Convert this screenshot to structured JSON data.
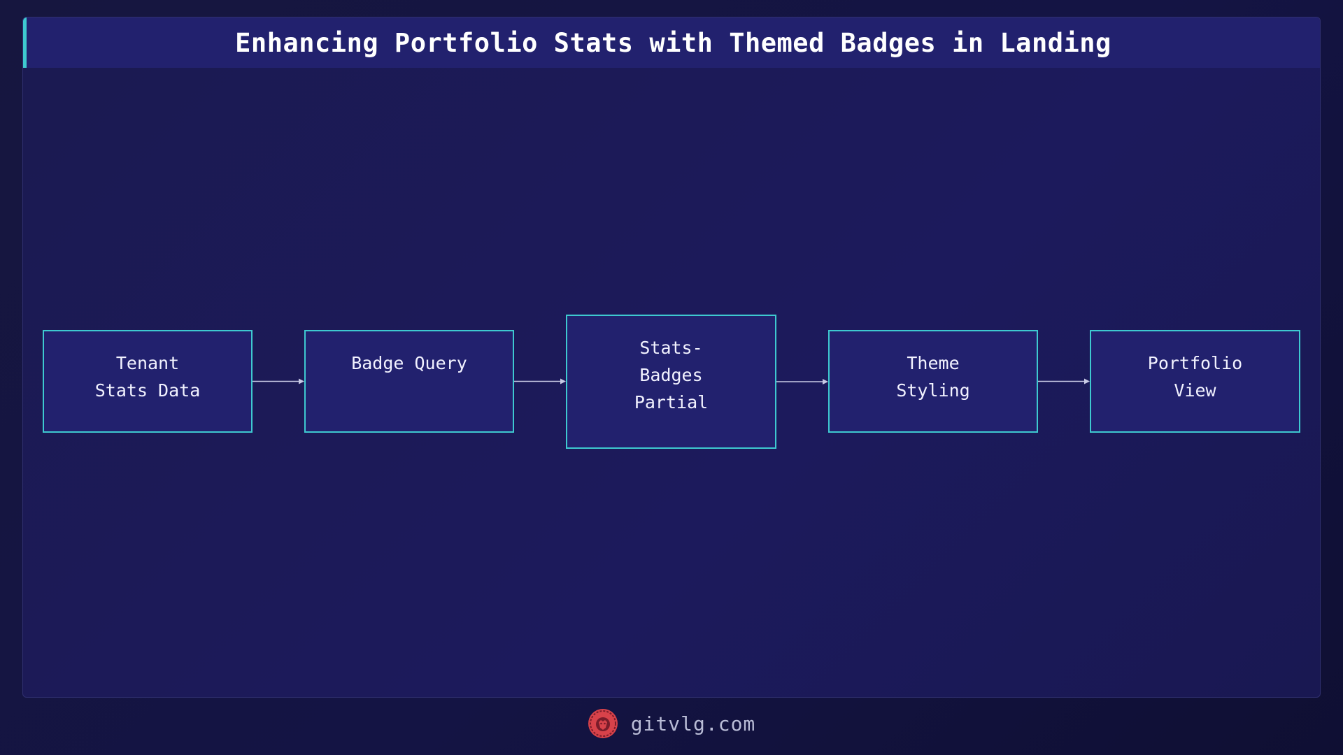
{
  "title": "Enhancing Portfolio Stats with Themed Badges in Landing",
  "nodes": [
    {
      "id": "tenant-stats-data",
      "lines": [
        "Tenant",
        "Stats Data"
      ]
    },
    {
      "id": "badge-query",
      "lines": [
        "Badge Query"
      ]
    },
    {
      "id": "stats-badges-partial",
      "lines": [
        "Stats-",
        "Badges",
        "Partial"
      ]
    },
    {
      "id": "theme-styling",
      "lines": [
        "Theme",
        "Styling"
      ]
    },
    {
      "id": "portfolio-view",
      "lines": [
        "Portfolio",
        "View"
      ]
    }
  ],
  "edges": [
    {
      "from": "tenant-stats-data",
      "to": "badge-query"
    },
    {
      "from": "badge-query",
      "to": "stats-badges-partial"
    },
    {
      "from": "stats-badges-partial",
      "to": "theme-styling"
    },
    {
      "from": "theme-styling",
      "to": "portfolio-view"
    }
  ],
  "footer": {
    "logo_icon": "lion-logo-icon",
    "text": "gitvlg.com"
  },
  "colors": {
    "accent": "#3ec9d0",
    "node_fill": "#22216e",
    "edge": "#c9cbe6",
    "logo": "#d8424a"
  }
}
